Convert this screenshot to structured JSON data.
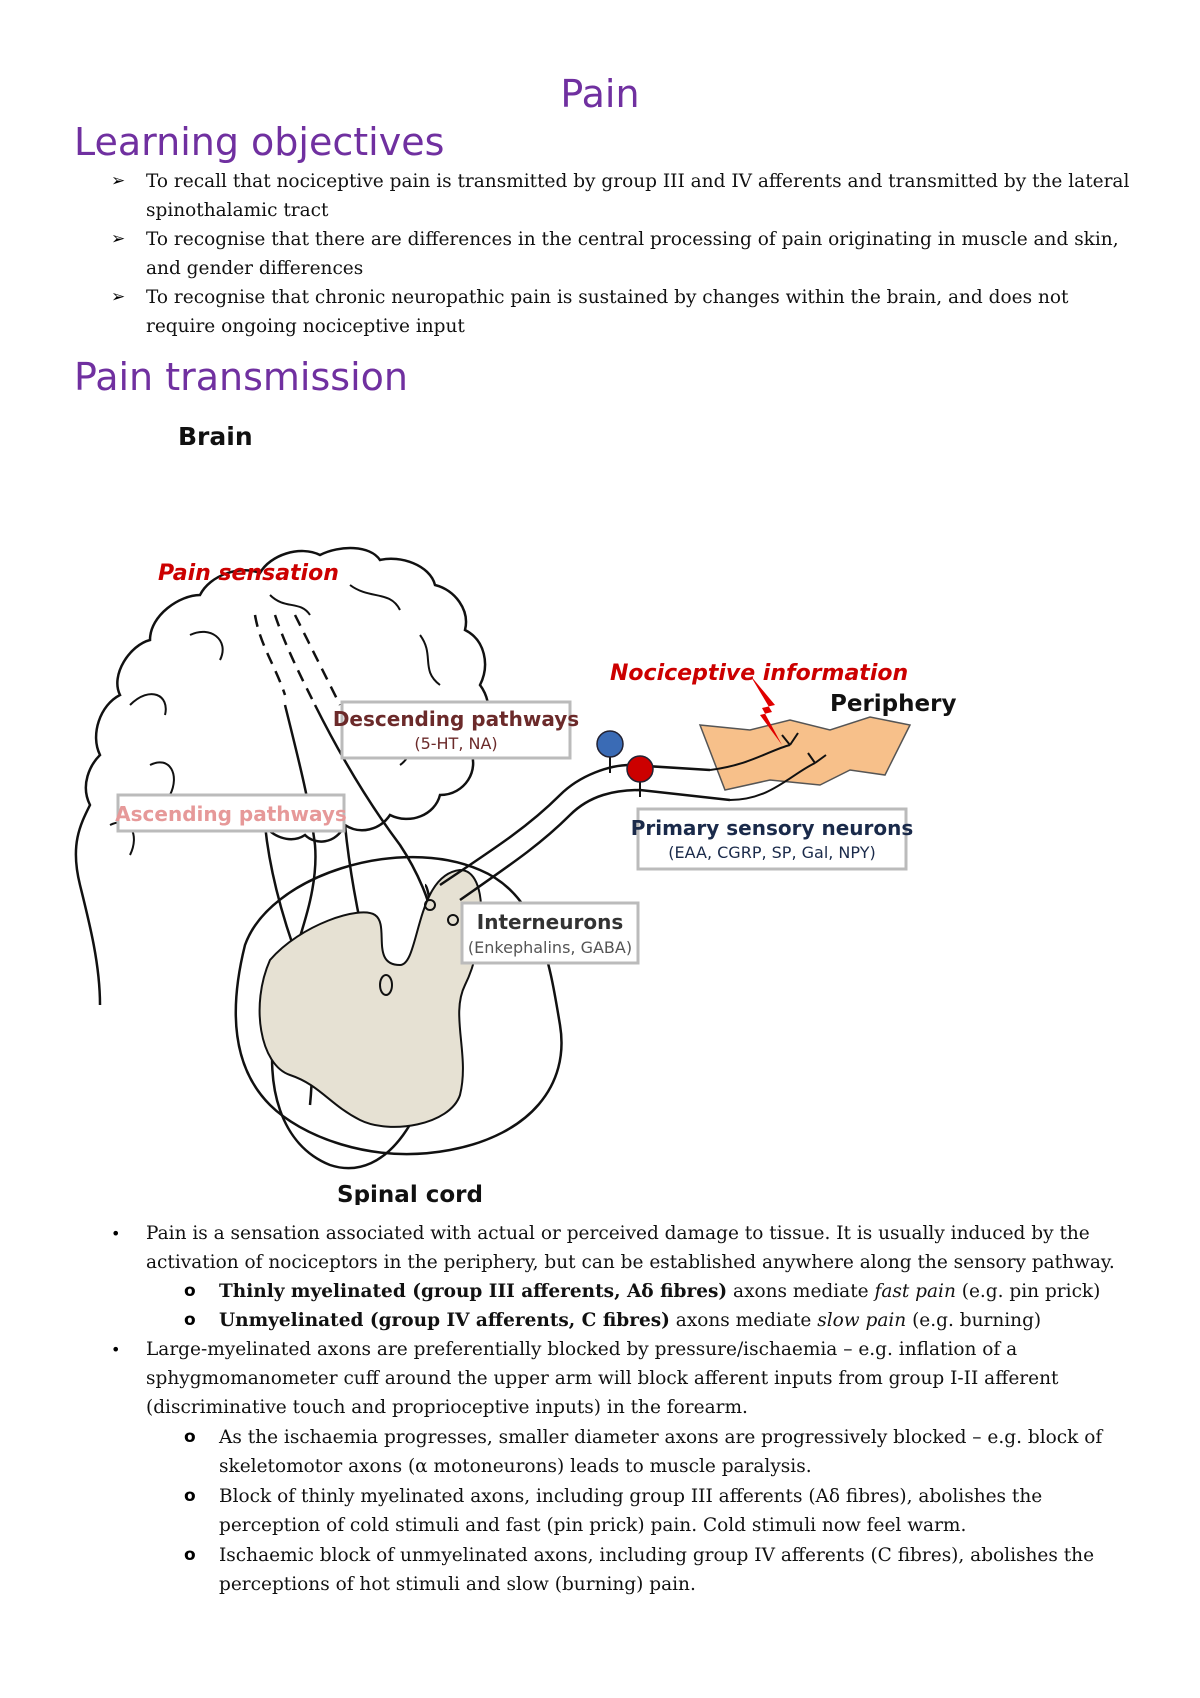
{
  "title": "Pain",
  "headings": {
    "learning_objectives": "Learning objectives",
    "pain_transmission": "Pain transmission"
  },
  "objectives": [
    "To recall that nociceptive pain is transmitted by group III and IV afferents and transmitted by the lateral spinothalamic tract",
    "To recognise that there are differences in the central processing of pain originating in muscle and skin, and gender differences",
    "To recognise that chronic neuropathic pain is sustained by changes within the brain, and does not require ongoing nociceptive input"
  ],
  "figure": {
    "brain": "Brain",
    "pain_sensation": "Pain sensation",
    "nociceptive_information": "Nociceptive information",
    "periphery": "Periphery",
    "descending_pathways": "Descending pathways",
    "descending_sub": "(5-HT, NA)",
    "ascending_pathways": "Ascending pathways",
    "primary_sensory_neurons": "Primary sensory neurons",
    "primary_sub": "(EAA, CGRP, SP, Gal, NPY)",
    "interneurons": "Interneurons",
    "interneurons_sub": "(Enkephalins, GABA)",
    "spinal_cord": "Spinal cord",
    "colors": {
      "red_label": "#cc0000",
      "periphery_fill": "#f7c08a",
      "cord_fill": "#e6e1d3",
      "blue_neuron": "#3a6bb5",
      "red_neuron": "#cc0000"
    }
  },
  "bullets": {
    "b1": "Pain is a sensation associated with actual or perceived damage to tissue. It is usually induced by the activation of nociceptors in the periphery, but can be established anywhere along the sensory pathway.",
    "b1_sub1_bold": "Thinly myelinated (group III afferents, Aδ fibres)",
    "b1_sub1_a": " axons mediate ",
    "b1_sub1_italic": "fast pain",
    "b1_sub1_b": " (e.g. pin prick)",
    "b1_sub2_bold": "Unmyelinated (group IV afferents, C fibres)",
    "b1_sub2_a": " axons mediate ",
    "b1_sub2_italic": "slow pain",
    "b1_sub2_b": " (e.g. burning)",
    "b2": "Large-myelinated axons are preferentially blocked by pressure/ischaemia – e.g. inflation of a sphygmomanometer cuff around the upper arm will block afferent inputs from group I-II afferent (discriminative touch and proprioceptive inputs) in the forearm.",
    "b2_sub1": "As the ischaemia progresses, smaller diameter axons are progressively blocked – e.g. block of skeletomotor axons (α motoneurons) leads to muscle paralysis.",
    "b2_sub2": "Block of thinly myelinated axons, including group III afferents (Aδ fibres), abolishes the perception of cold stimuli and fast (pin prick) pain. Cold stimuli now feel warm.",
    "b2_sub3": "Ischaemic block of unmyelinated axons, including group IV afferents (C fibres), abolishes the perceptions of hot stimuli and slow (burning) pain."
  },
  "symbols": {
    "arrow": "➢",
    "dot": "•",
    "circle": "o"
  }
}
